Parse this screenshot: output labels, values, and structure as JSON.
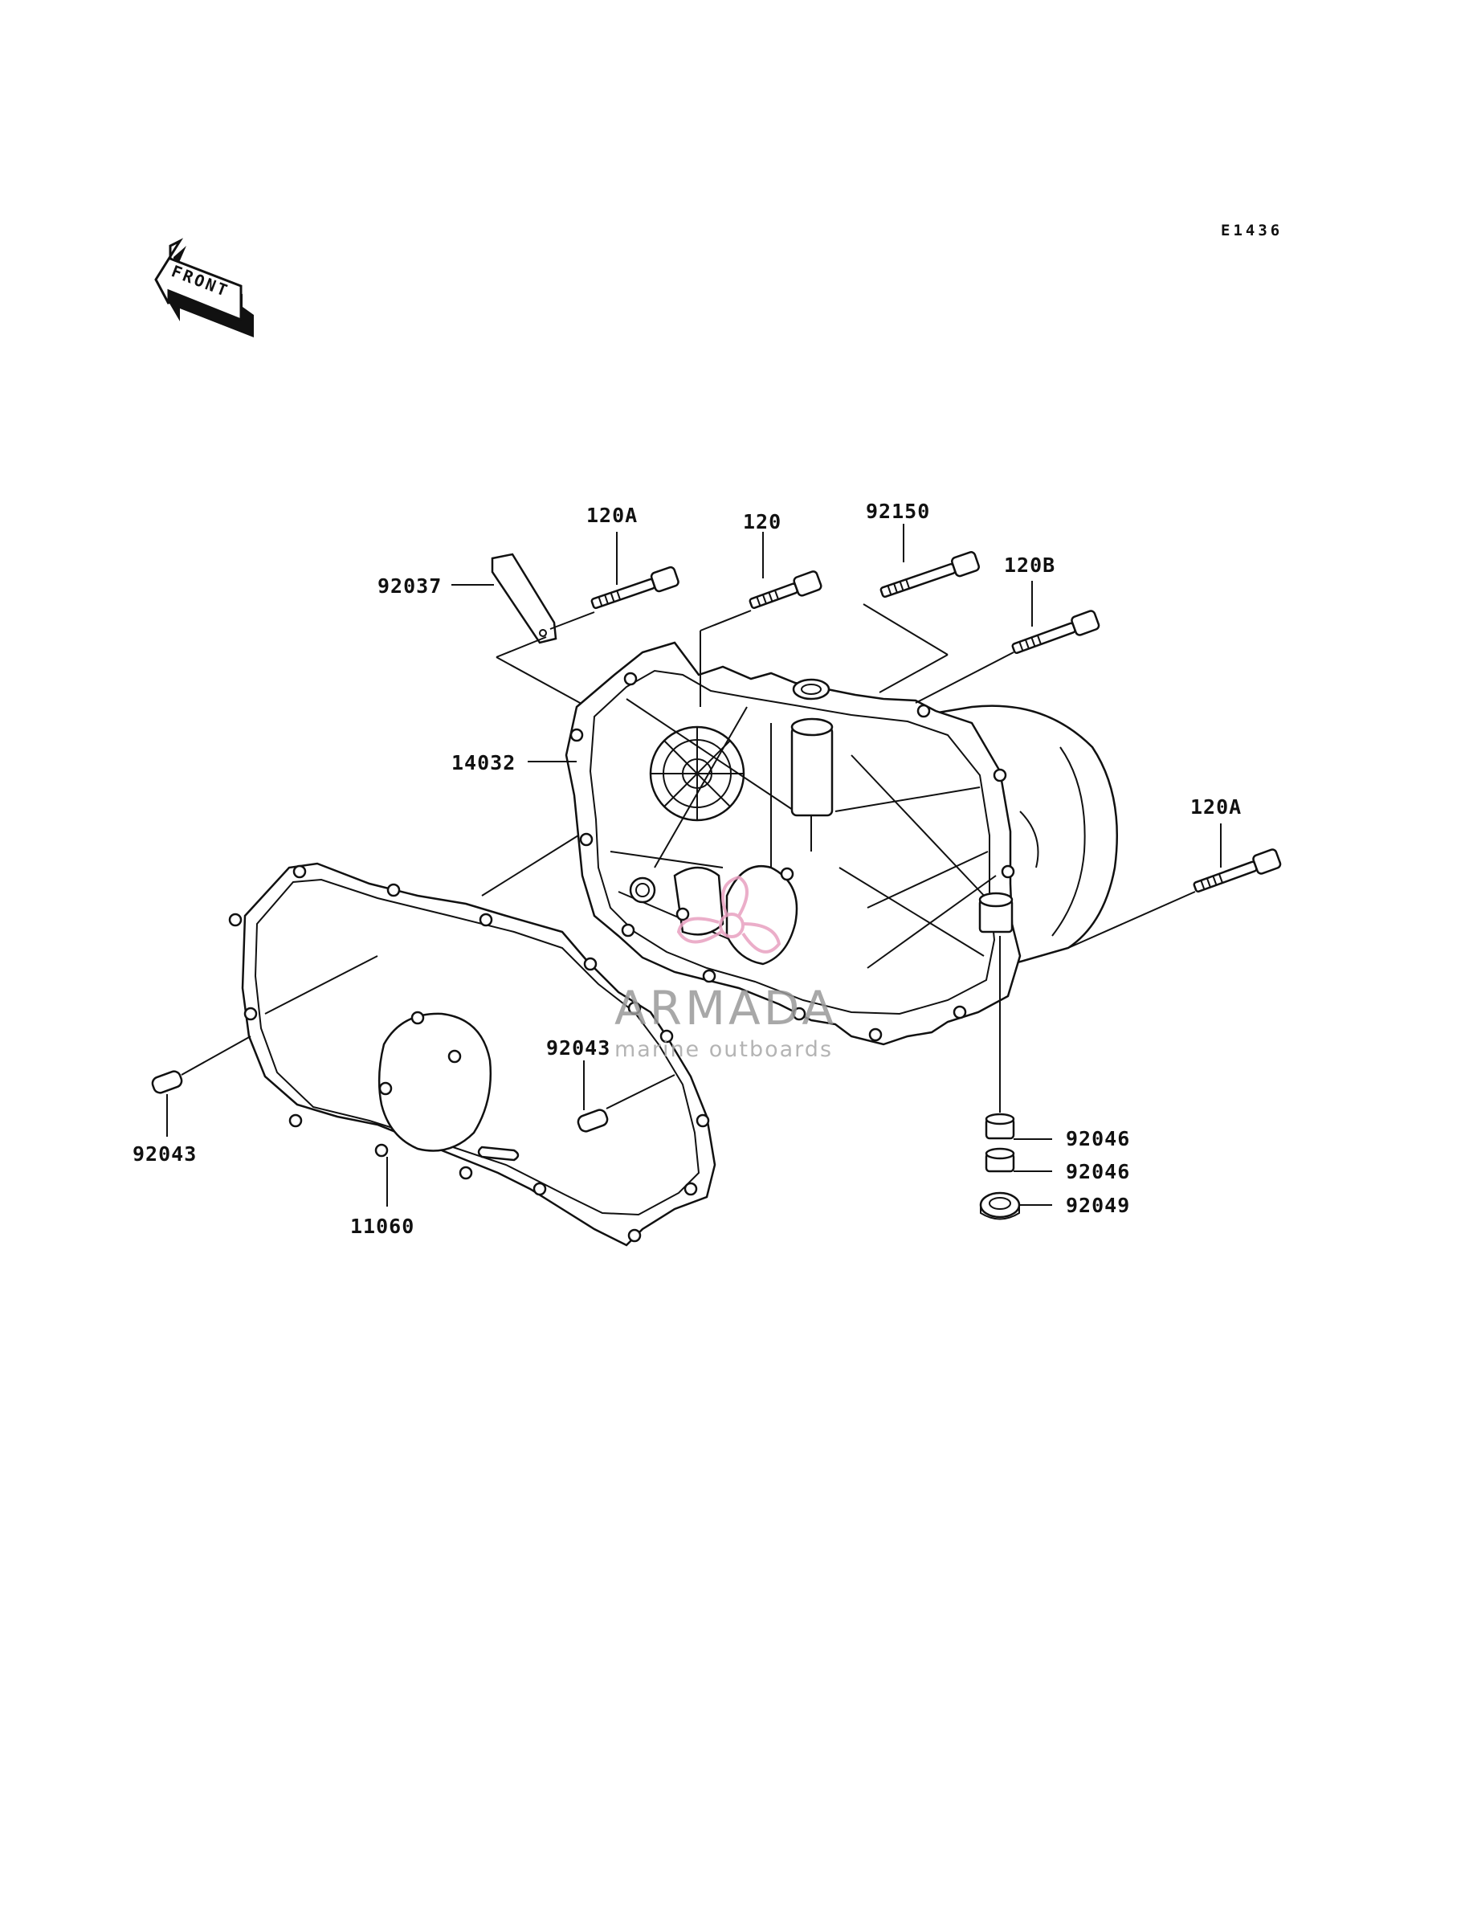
{
  "diagram_code": "E1436",
  "front_label": "FRONT",
  "watermark": {
    "title": "ARMADA",
    "subtitle": "marine outboards",
    "accent_color": "#e8a0c0"
  },
  "labels": {
    "bolt_120a_top": "120A",
    "bolt_120": "120",
    "bolt_92150": "92150",
    "bolt_120b": "120B",
    "clamp_92037": "92037",
    "cover_14032": "14032",
    "bolt_120a_right": "120A",
    "pin_92043_center": "92043",
    "pin_92043_left": "92043",
    "gasket_11060": "11060",
    "collar_92046_a": "92046",
    "collar_92046_b": "92046",
    "seal_92049": "92049"
  }
}
